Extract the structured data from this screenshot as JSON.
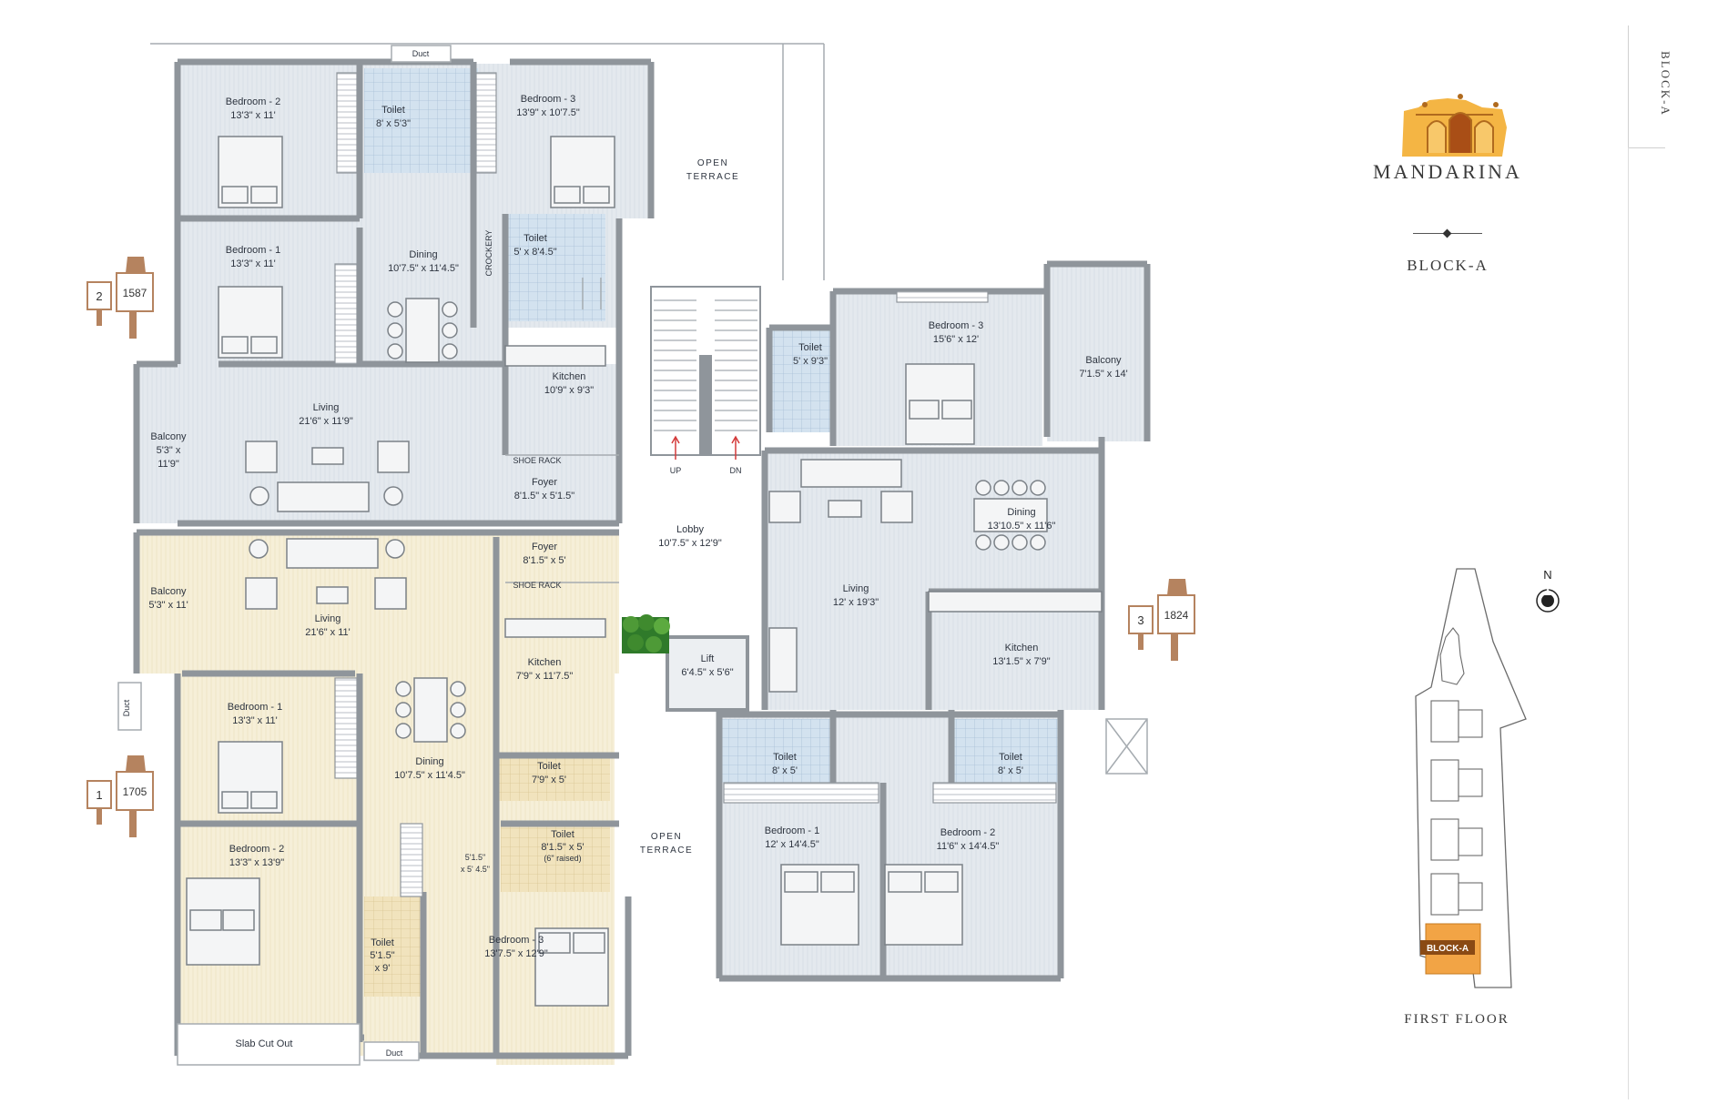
{
  "brand": {
    "name": "MANDARINA",
    "block": "BLOCK-A",
    "floor": "FIRST FLOOR",
    "side_tab": "BLOCK-A"
  },
  "key_plan": {
    "north": "N",
    "highlight_label": "BLOCK-A"
  },
  "colors": {
    "unit_blue": "#e4e9ee",
    "unit_yellow": "#f6efd8",
    "wall": "#8f959b",
    "accent": "#b5835f",
    "highlight": "#f2a445"
  },
  "unit_markers": [
    {
      "unit": "2",
      "area": "1587"
    },
    {
      "unit": "1",
      "area": "1705"
    },
    {
      "unit": "3",
      "area": "1824"
    }
  ],
  "common": {
    "lobby": {
      "name": "Lobby",
      "dim": "10'7.5\" x 12'9\""
    },
    "lift": {
      "name": "Lift",
      "dim": "6'4.5\" x 5'6\""
    },
    "stair_up": "UP",
    "stair_dn": "DN",
    "open_terrace_top": [
      "OPEN",
      "TERRACE"
    ],
    "open_terrace_mid": [
      "OPEN",
      "TERRACE"
    ],
    "duct": "Duct",
    "slab": "Slab Cut Out",
    "shoe_rack": "SHOE RACK",
    "crockery": "CROCKERY"
  },
  "unit2": {
    "bedroom2": {
      "name": "Bedroom - 2",
      "dim": "13'3\" x 11'"
    },
    "toilet1": {
      "name": "Toilet",
      "dim": "8' x 5'3\""
    },
    "bedroom3": {
      "name": "Bedroom - 3",
      "dim": "13'9\" x 10'7.5\""
    },
    "bedroom1": {
      "name": "Bedroom - 1",
      "dim": "13'3\" x 11'"
    },
    "dining": {
      "name": "Dining",
      "dim": "10'7.5\" x 11'4.5\""
    },
    "toilet2": {
      "name": "Toilet",
      "dim": "5' x 8'4.5\""
    },
    "kitchen": {
      "name": "Kitchen",
      "dim": "10'9\" x 9'3\""
    },
    "living": {
      "name": "Living",
      "dim": "21'6\" x 11'9\""
    },
    "balcony": {
      "name": "Balcony",
      "dim1": "5'3\" x",
      "dim2": "11'9\""
    },
    "foyer": {
      "name": "Foyer",
      "dim": "8'1.5\" x 5'1.5\""
    }
  },
  "unit1": {
    "balcony": {
      "name": "Balcony",
      "dim": "5'3\" x 11'"
    },
    "living": {
      "name": "Living",
      "dim": "21'6\" x 11'"
    },
    "foyer": {
      "name": "Foyer",
      "dim": "8'1.5\" x 5'"
    },
    "kitchen": {
      "name": "Kitchen",
      "dim": "7'9\" x 11'7.5\""
    },
    "bedroom1": {
      "name": "Bedroom - 1",
      "dim": "13'3\" x 11'"
    },
    "dining": {
      "name": "Dining",
      "dim": "10'7.5\" x 11'4.5\""
    },
    "toilet1": {
      "name": "Toilet",
      "dim": "7'9\" x 5'"
    },
    "toilet2": {
      "name": "Toilet",
      "dim": "8'1.5\" x 5'",
      "note": "(6\" raised)"
    },
    "passage": {
      "dim1": "5'1.5\"",
      "dim2": "x 5' 4.5\""
    },
    "bedroom2": {
      "name": "Bedroom - 2",
      "dim": "13'3\" x 13'9\""
    },
    "toilet3": {
      "name": "Toilet",
      "dim1": "5'1.5\"",
      "dim2": "x 9'"
    },
    "bedroom3": {
      "name": "Bedroom - 3",
      "dim": "13'7.5\" x 12'9\""
    }
  },
  "unit3": {
    "toilet1": {
      "name": "Toilet",
      "dim": "5' x 9'3\""
    },
    "bedroom3": {
      "name": "Bedroom - 3",
      "dim": "15'6\" x 12'"
    },
    "balcony": {
      "name": "Balcony",
      "dim": "7'1.5\" x 14'"
    },
    "dining": {
      "name": "Dining",
      "dim": "13'10.5\" x 11'6\""
    },
    "living": {
      "name": "Living",
      "dim": "12' x 19'3\""
    },
    "kitchen": {
      "name": "Kitchen",
      "dim": "13'1.5\" x 7'9\""
    },
    "toilet2": {
      "name": "Toilet",
      "dim": "8' x 5'"
    },
    "toilet3": {
      "name": "Toilet",
      "dim": "8' x 5'"
    },
    "bedroom1": {
      "name": "Bedroom - 1",
      "dim": "12' x 14'4.5\""
    },
    "bedroom2": {
      "name": "Bedroom - 2",
      "dim": "11'6\" x 14'4.5\""
    }
  }
}
